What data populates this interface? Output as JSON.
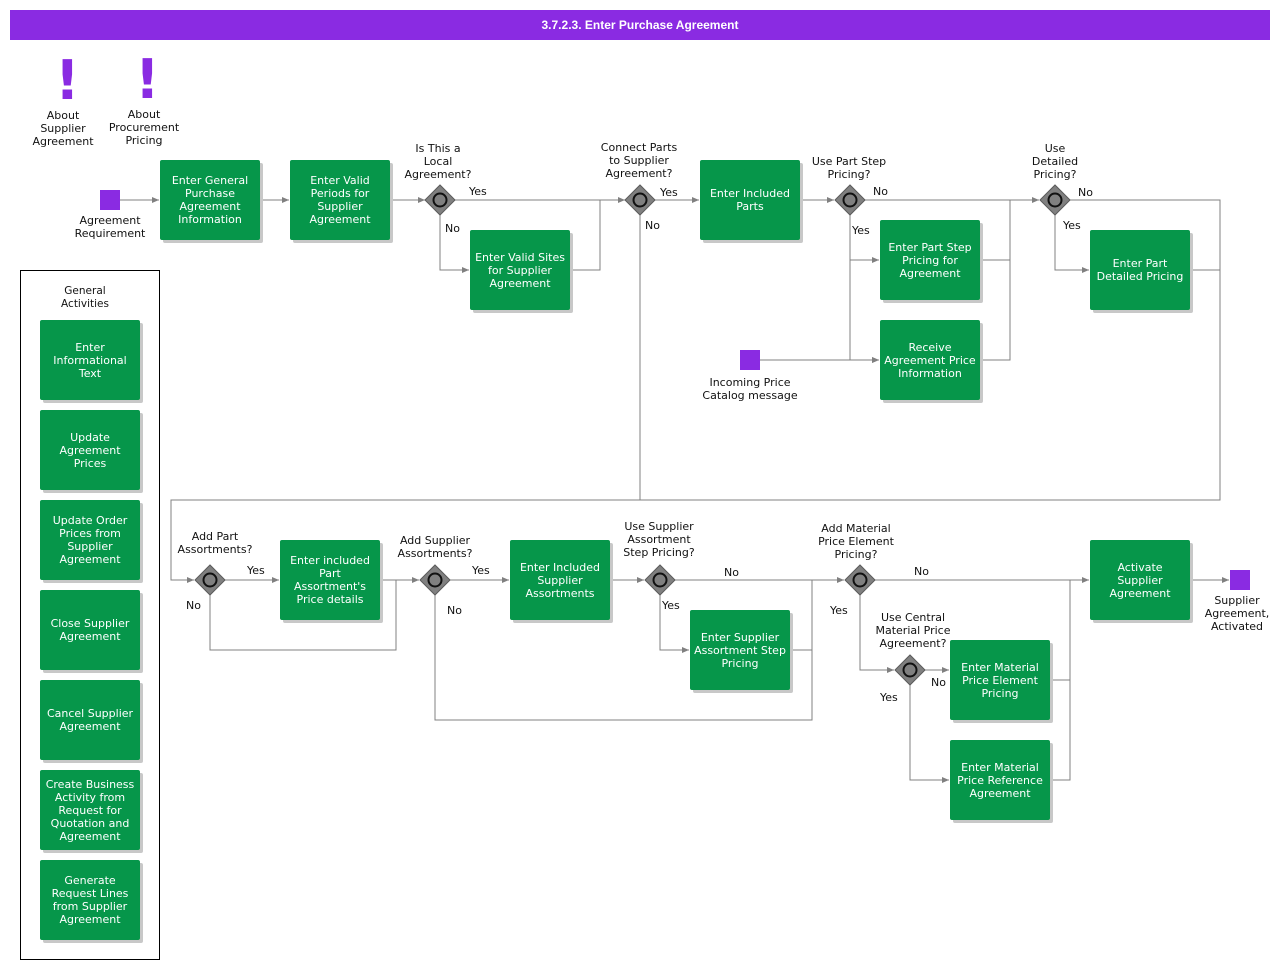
{
  "title": "3.7.2.3. Enter Purchase Agreement",
  "colors": {
    "task": "#06964a",
    "event": "#8a2be2",
    "gateway": "#808080",
    "line": "#808080"
  },
  "notes": [
    {
      "id": "about-supplier-agreement",
      "icon": "exclamation-icon",
      "label": "About\nSupplier\nAgreement"
    },
    {
      "id": "about-procurement-pricing",
      "icon": "exclamation-icon",
      "label": "About\nProcurement\nPricing"
    }
  ],
  "events": {
    "start": "Agreement\nRequirement",
    "incoming": "Incoming Price\nCatalog message",
    "end": "Supplier\nAgreement,\nActivated"
  },
  "tasks": {
    "general_info": "Enter General\nPurchase\nAgreement\nInformation",
    "valid_periods": "Enter Valid\nPeriods for\nSupplier\nAgreement",
    "valid_sites": "Enter Valid Sites\nfor Supplier\nAgreement",
    "included_parts": "Enter Included\nParts",
    "part_step_pricing": "Enter Part Step\nPricing for\nAgreement",
    "receive_price_info": "Receive\nAgreement Price\nInformation",
    "part_detailed_pricing": "Enter Part\nDetailed Pricing",
    "part_assortment_price": "Enter included\nPart\nAssortment's\nPrice details",
    "included_supplier_assortments": "Enter Included\nSupplier\nAssortments",
    "supplier_assortment_step_pricing": "Enter Supplier\nAssortment Step\nPricing",
    "material_price_element_pricing": "Enter Material\nPrice Element\nPricing",
    "material_price_reference": "Enter Material\nPrice Reference\nAgreement",
    "activate": "Activate\nSupplier\nAgreement"
  },
  "gateways": {
    "local_agreement": "Is This a\nLocal\nAgreement?",
    "connect_parts": "Connect Parts\nto Supplier\nAgreement?",
    "use_part_step": "Use Part Step\nPricing?",
    "use_detailed": "Use\nDetailed\nPricing?",
    "add_part_assortments": "Add Part\nAssortments?",
    "add_supplier_assortments": "Add Supplier\nAssortments?",
    "use_supplier_assortment_step": "Use Supplier\nAssortment\nStep Pricing?",
    "add_material_price_element": "Add Material\nPrice Element\nPricing?",
    "use_central_material": "Use Central\nMaterial Price\nAgreement?"
  },
  "flow_labels": {
    "yes": "Yes",
    "no": "No"
  },
  "general_activities": {
    "heading": "General\nActivities",
    "items": [
      "Enter\nInformational\nText",
      "Update\nAgreement\nPrices",
      "Update Order\nPrices from\nSupplier\nAgreement",
      "Close Supplier\nAgreement",
      "Cancel Supplier\nAgreement",
      "Create Business\nActivity from\nRequest for\nQuotation and\nAgreement",
      "Generate\nRequest Lines\nfrom Supplier\nAgreement"
    ]
  }
}
